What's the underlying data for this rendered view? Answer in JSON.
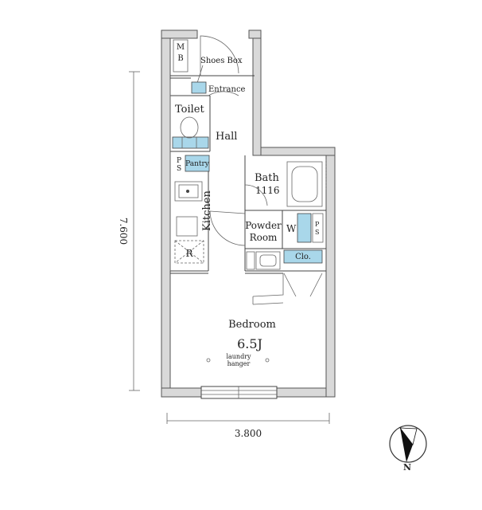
{
  "rooms": {
    "mb": "M",
    "mb2": "B",
    "shoes_box": "Shoes Box",
    "entrance": "Entrance",
    "toilet": "Toilet",
    "hall": "Hall",
    "ps": "P",
    "ps2": "S",
    "pantry": "Pantry",
    "kitchen": "Kitchen",
    "fridge": "R",
    "bath": "Bath",
    "bath_size": "1116",
    "powder_room_1": "Powder",
    "powder_room_2": "Room",
    "washer": "W",
    "ps_right": "P",
    "ps_right2": "S",
    "closet": "Clo.",
    "bedroom": "Bedroom",
    "bedroom_size": "6.5J",
    "laundry_1": "laundry",
    "laundry_2": "hanger"
  },
  "dimensions": {
    "height": "7.600",
    "width": "3.800"
  },
  "compass": {
    "north": "N"
  }
}
